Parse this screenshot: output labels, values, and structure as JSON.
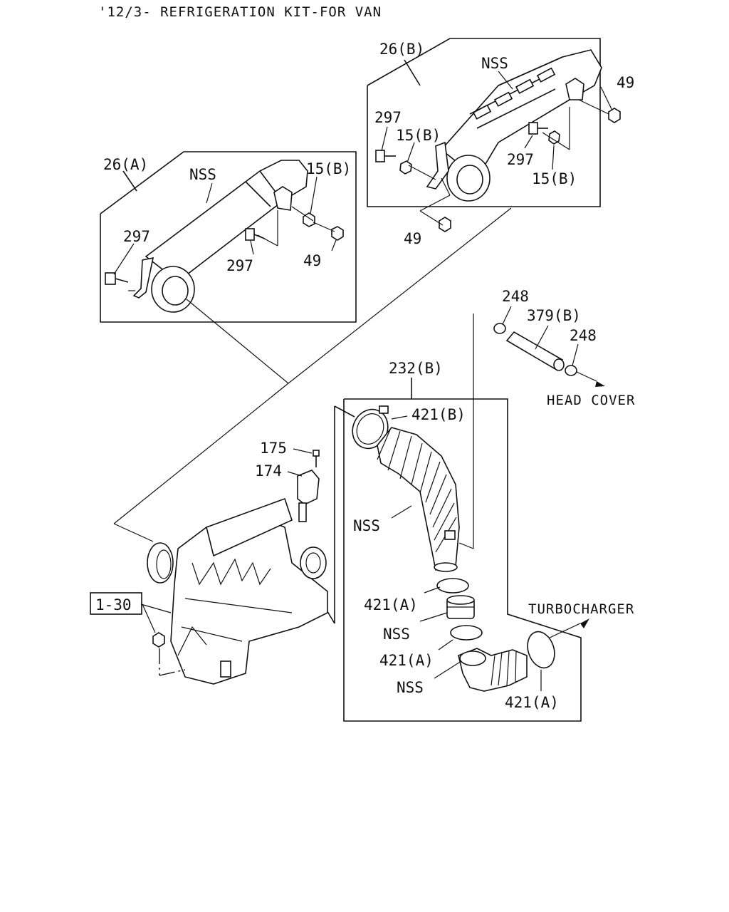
{
  "title": "'12/3- REFRIGERATION KIT-FOR VAN",
  "labels": {
    "l_26b": "26(B)",
    "l_nss_top": "NSS",
    "l_49_tr": "49",
    "l_297_tl": "297",
    "l_15b_tl": "15(B)",
    "l_297_tr": "297",
    "l_15b_tr": "15(B)",
    "l_49_tb": "49",
    "l_26a": "26(A)",
    "l_nss_a": "NSS",
    "l_15b_a": "15(B)",
    "l_297_a1": "297",
    "l_297_a2": "297",
    "l_49_a": "49",
    "l_248_1": "248",
    "l_379b": "379(B)",
    "l_248_2": "248",
    "l_head_cover": "HEAD COVER",
    "l_232b": "232(B)",
    "l_421b": "421(B)",
    "l_175": "175",
    "l_174": "174",
    "l_nss_hose": "NSS",
    "l_1_30": "1-30",
    "l_turbocharger": "TURBOCHARGER",
    "l_421a_1": "421(A)",
    "l_nss_2": "NSS",
    "l_421a_2": "421(A)",
    "l_nss_3": "NSS",
    "l_421a_3": "421(A)"
  }
}
